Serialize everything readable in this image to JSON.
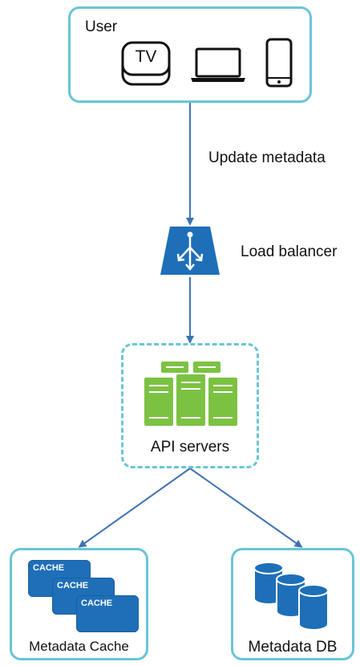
{
  "user": {
    "label": "User",
    "tv_label": "TV"
  },
  "edges": {
    "update_label": "Update metadata"
  },
  "load_balancer": {
    "label": "Load balancer"
  },
  "api_servers": {
    "label": "API servers"
  },
  "metadata_cache": {
    "label": "Metadata Cache",
    "tile_label": "CACHE"
  },
  "metadata_db": {
    "label": "Metadata DB"
  },
  "colors": {
    "box_border": "#69c5d6",
    "arrow": "#3f72b0",
    "server_green": "#7cc242",
    "blue_icon": "#1e6fb8"
  }
}
